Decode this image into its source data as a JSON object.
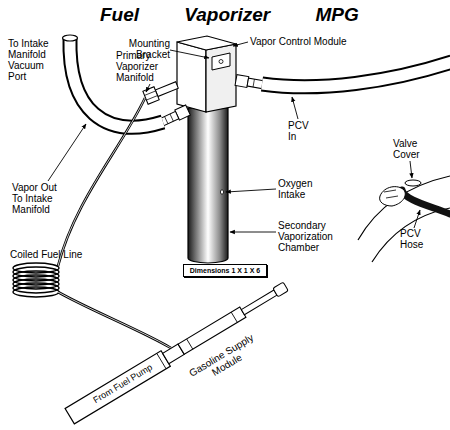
{
  "diagram": {
    "title": "Fuel Vaporizer MPG",
    "nodes": [
      {
        "text": [
          "Dimensions 1 X 1 X 6"
        ]
      }
    ],
    "labels": [
      "To Intake Manifold Vacuum Port",
      "Mounting Bracket",
      "Vapor Control Module",
      "Primary Vaporizer Manifold",
      "PCV In",
      "Valve Cover",
      "Oxygen Intake",
      "Vapor Out To Intake Manifold",
      "Secondary Vaporization Chamber",
      "PCV Hose",
      "Coiled Fuel Line",
      "Gasoline Supply Module",
      "From Fuel Pump"
    ]
  }
}
